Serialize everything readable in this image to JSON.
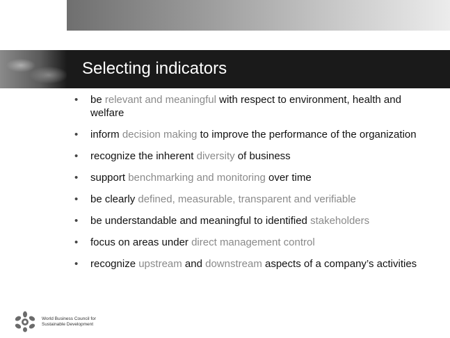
{
  "slide": {
    "title": "Selecting indicators",
    "bullets": [
      [
        {
          "t": "be ",
          "hl": false
        },
        {
          "t": "relevant and meaningful",
          "hl": true
        },
        {
          "t": " with respect to environment, health and welfare",
          "hl": false
        }
      ],
      [
        {
          "t": "inform ",
          "hl": false
        },
        {
          "t": "decision making",
          "hl": true
        },
        {
          "t": " to improve the performance of the organization",
          "hl": false
        }
      ],
      [
        {
          "t": "recognize the inherent ",
          "hl": false
        },
        {
          "t": "diversity",
          "hl": true
        },
        {
          "t": " of business",
          "hl": false
        }
      ],
      [
        {
          "t": "support ",
          "hl": false
        },
        {
          "t": "benchmarking and monitoring",
          "hl": true
        },
        {
          "t": " over time",
          "hl": false
        }
      ],
      [
        {
          "t": "be clearly ",
          "hl": false
        },
        {
          "t": "defined, measurable, transparent and verifiable",
          "hl": true
        }
      ],
      [
        {
          "t": "be understandable and meaningful to identified ",
          "hl": false
        },
        {
          "t": "stakeholders",
          "hl": true
        }
      ],
      [
        {
          "t": "focus on areas under ",
          "hl": false
        },
        {
          "t": "direct management control",
          "hl": true
        }
      ],
      [
        {
          "t": "recognize ",
          "hl": false
        },
        {
          "t": "upstream",
          "hl": true
        },
        {
          "t": " and ",
          "hl": false
        },
        {
          "t": "downstream",
          "hl": true
        },
        {
          "t": " aspects of a company’s activities",
          "hl": false
        }
      ]
    ]
  },
  "footer": {
    "org_line1": "World Business Council for",
    "org_line2": "Sustainable Development"
  },
  "colors": {
    "title_bar": "#1a1a1a",
    "title_text": "#ffffff",
    "body_text": "#111111",
    "highlight_text": "#8a8a8a"
  }
}
